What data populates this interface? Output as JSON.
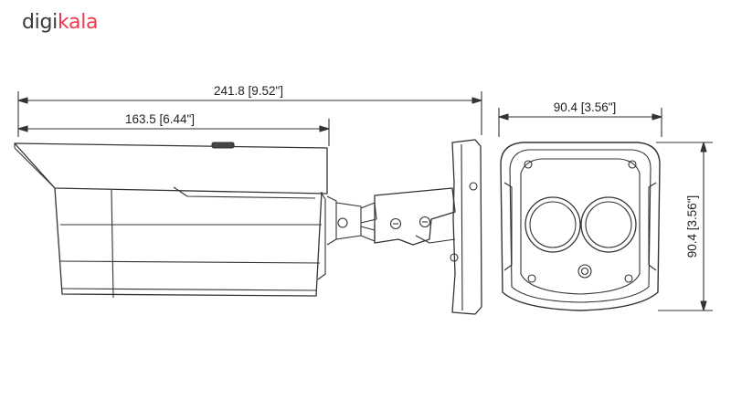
{
  "brand": {
    "logo_part1": "digi",
    "logo_part2": "kala",
    "accent": "#ef394e"
  },
  "dimensions": {
    "total_length": "241.8 [9.52\"]",
    "body_length": "163.5 [6.44\"]",
    "front_width": "90.4 [3.56\"]",
    "front_height": "90.4 [3.56\"]"
  }
}
